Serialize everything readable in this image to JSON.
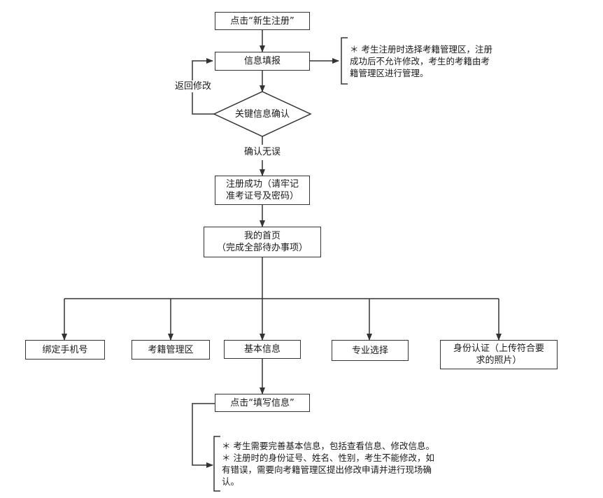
{
  "nodes": {
    "start": "点击“新生注册”",
    "fill_info": "信息填报",
    "confirm": "关键信息确认",
    "success": [
      "注册成功（请牢记",
      "准考证号及密码）"
    ],
    "home": [
      "我的首页",
      "（完成全部待办事项）"
    ],
    "bind_phone": "绑定手机号",
    "exam_registry": "考籍管理区",
    "basic_info": "基本信息",
    "major_select": "专业选择",
    "id_verify": [
      "身份认证（上传符合要",
      "求的照片）"
    ],
    "click_fill": "点击“填写信息”"
  },
  "edge_labels": {
    "back_modify": "返回修改",
    "confirmed": "确认无误"
  },
  "notes": {
    "registry_note": [
      "＊ 考生注册时选择考籍管理区，注册",
      "成功后不允许修改，考生的考籍由考",
      "籍管理区进行管理。"
    ],
    "info_note": [
      "＊ 考生需要完善基本信息，包括查看信息、修改信息。",
      "＊ 注册时的身份证号、姓名、性别，考生不能修改，如",
      "有错误，需要向考籍管理区提出修改申请并进行现场确",
      "认。"
    ]
  }
}
